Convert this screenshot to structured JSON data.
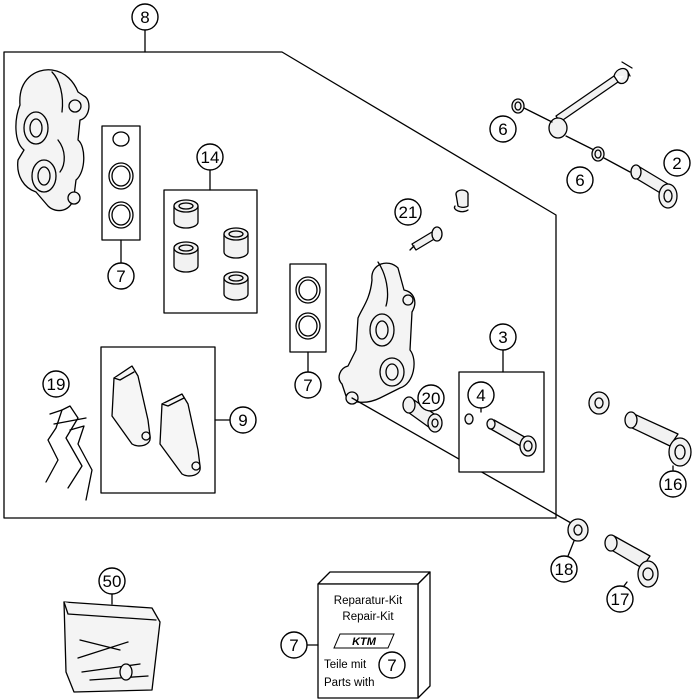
{
  "callouts": {
    "c8": "8",
    "c6a": "6",
    "c6b": "6",
    "c2": "2",
    "c14": "14",
    "c7a": "7",
    "c21": "21",
    "c3": "3",
    "c7b": "7",
    "c4": "4",
    "c20": "20",
    "c19": "19",
    "c9": "9",
    "c16": "16",
    "c18": "18",
    "c17": "17",
    "c50": "50",
    "c7c": "7",
    "c7d": "7"
  },
  "kit_box": {
    "line1": "Reparatur-Kit",
    "line2": "Repair-Kit",
    "logo": "KTM",
    "line3": "Teile mit",
    "line4": "Parts with"
  },
  "icons": {
    "caliper": "brake-caliper-icon",
    "pad": "brake-pad-icon",
    "piston": "piston-icon",
    "bolt": "bolt-icon"
  }
}
